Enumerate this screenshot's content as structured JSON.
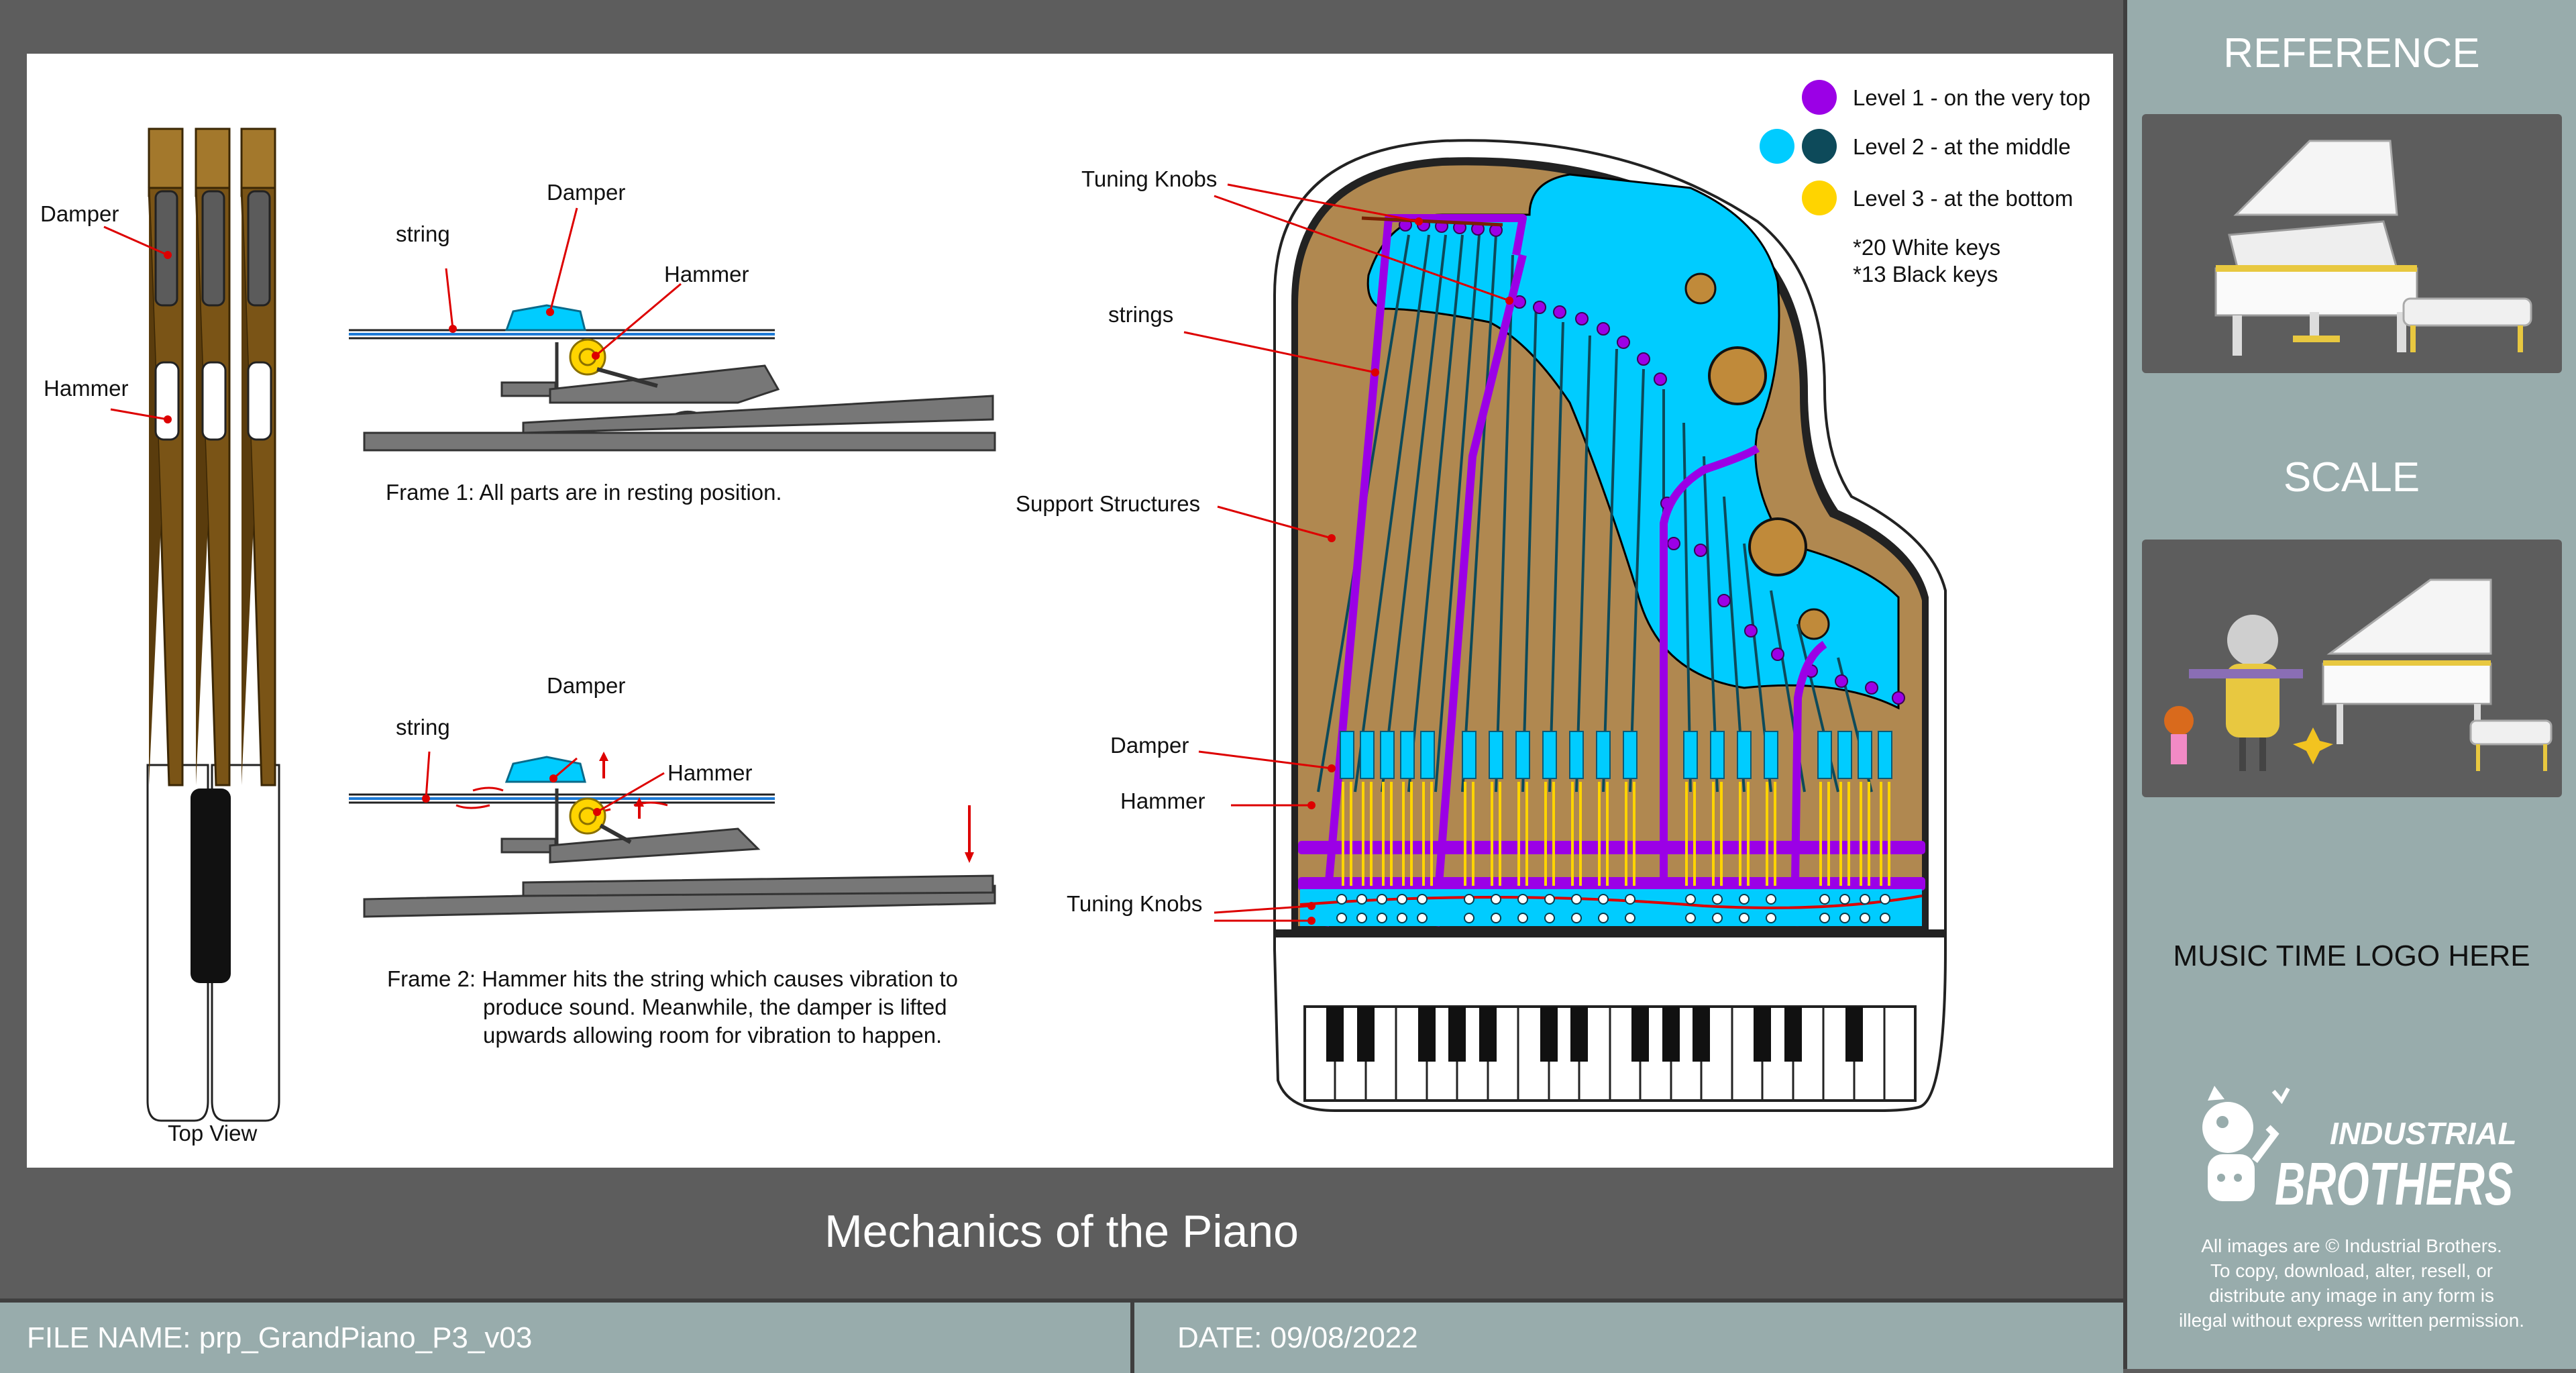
{
  "sheet_title": "Mechanics of the Piano",
  "info": {
    "file_name": "FILE NAME: prp_GrandPiano_P3_v03",
    "date": "DATE: 09/08/2022"
  },
  "sidebar": {
    "reference_heading": "REFERENCE",
    "scale_heading": "SCALE",
    "logo_placeholder": "MUSIC TIME LOGO HERE",
    "brand_logo_text": [
      "INDUSTRIAL",
      "BROTHERS"
    ],
    "copyright_lines": [
      "All images are © Industrial Brothers.",
      "To copy, download, alter, resell, or",
      "distribute any image in any form is",
      "illegal without express written permission."
    ]
  },
  "top_view": {
    "damper_label": "Damper",
    "hammer_label": "Hammer",
    "caption": "Top View"
  },
  "frame1": {
    "damper_label": "Damper",
    "string_label": "string",
    "hammer_label": "Hammer",
    "caption": "Frame 1: All parts are in resting position."
  },
  "frame2": {
    "damper_label": "Damper",
    "string_label": "string",
    "hammer_label": "Hammer",
    "caption_lines": [
      "Frame 2: Hammer hits the string which causes vibration to",
      "produce sound. Meanwhile, the damper is lifted",
      "upwards allowing room for vibration to happen."
    ]
  },
  "piano_labels": {
    "tuning_knobs_top": "Tuning Knobs",
    "strings": "strings",
    "support_structures": "Support Structures",
    "damper": "Damper",
    "hammer": "Hammer",
    "tuning_knobs_bottom": "Tuning Knobs"
  },
  "legend": {
    "items": [
      {
        "label": "Level 1 - on the very top",
        "colors": [
          "#9b00e6"
        ]
      },
      {
        "label": "Level 2 - at the middle",
        "colors": [
          "#00ccff",
          "#0d4a5a"
        ]
      },
      {
        "label": "Level 3 - at the bottom",
        "colors": [
          "#ffd400"
        ]
      }
    ],
    "notes": [
      "*20 White keys",
      "*13 Black keys"
    ]
  },
  "colors": {
    "wood": "#7a5416",
    "wood_dark": "#4a3208",
    "level1_purple": "#9b00e6",
    "level2_cyan": "#00ccff",
    "level2_teal": "#0d4a5a",
    "level3_yellow": "#ffd400",
    "soundboard": "#b08850",
    "pointer_red": "#dd0000",
    "sheet_grey": "#5d5d5d",
    "panel_blue": "#98acac"
  },
  "keyboard": {
    "white_keys": 20,
    "black_keys": 13
  }
}
